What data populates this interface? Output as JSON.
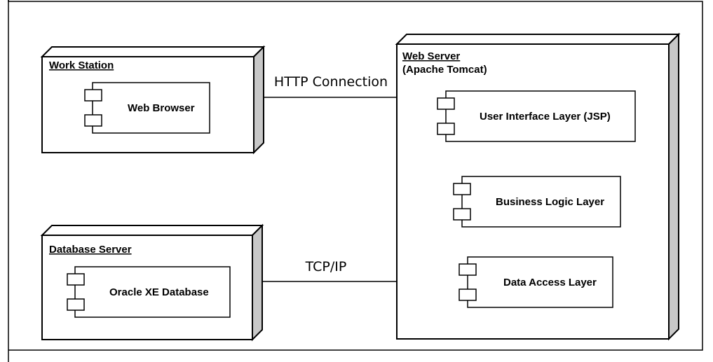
{
  "nodes": {
    "workstation": {
      "title": "Work Station",
      "components": {
        "browser": "Web Browser"
      }
    },
    "database_server": {
      "title": "Database Server",
      "components": {
        "oracle": "Oracle XE Database"
      }
    },
    "web_server": {
      "title_line1": "Web Server",
      "title_line2": "(Apache Tomcat)",
      "components": {
        "ui_layer": "User Interface Layer (JSP)",
        "business_layer": "Business Logic Layer",
        "data_layer": "Data Access Layer"
      }
    }
  },
  "connections": {
    "http": "HTTP Connection",
    "tcp": "TCP/IP"
  },
  "colors": {
    "node_side": "#c8c8c8",
    "stroke": "#000000",
    "background": "#ffffff"
  }
}
